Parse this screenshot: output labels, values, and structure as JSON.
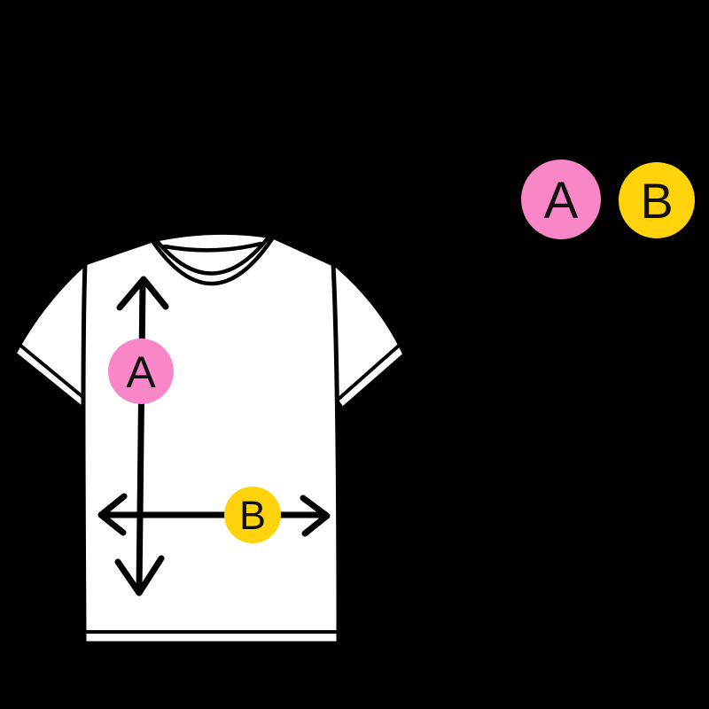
{
  "colors": {
    "background": "#000000",
    "shirt_fill": "#FFFFFF",
    "outline": "#000000",
    "pink": "#F987C8",
    "yellow": "#FFD30B"
  },
  "shirt_markers": {
    "a": {
      "label": "A",
      "color": "#F987C8"
    },
    "b": {
      "label": "B",
      "color": "#FFD30B"
    }
  },
  "legend": {
    "items": [
      {
        "label": "A",
        "color": "#F987C8"
      },
      {
        "label": "B",
        "color": "#FFD30B"
      }
    ]
  }
}
